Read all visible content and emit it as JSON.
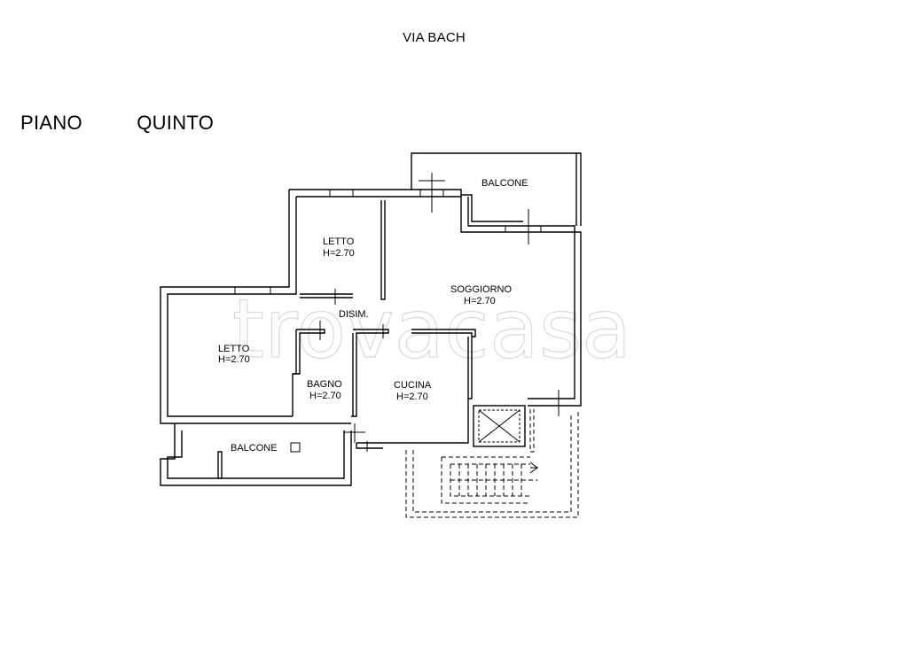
{
  "street_label": "VIA BACH",
  "floor_title": "PIANO   QUINTO",
  "watermark": "trovacasa",
  "rooms": {
    "balcone_top": {
      "name": "BALCONE"
    },
    "letto_small": {
      "name": "LETTO",
      "height": "H=2.70"
    },
    "soggiorno": {
      "name": "SOGGIORNO",
      "height": "H=2.70"
    },
    "disimpegno": {
      "name": "DISIM."
    },
    "letto_large": {
      "name": "LETTO",
      "height": "H=2.70"
    },
    "bagno": {
      "name": "BAGNO",
      "height": "H=2.70"
    },
    "cucina": {
      "name": "CUCINA",
      "height": "H=2.70"
    },
    "balcone_bottom": {
      "name": "BALCONE"
    }
  }
}
